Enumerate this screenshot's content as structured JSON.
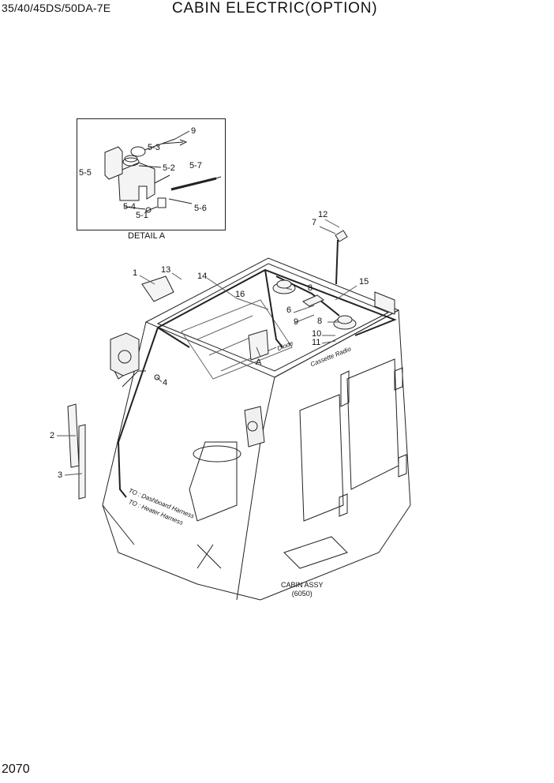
{
  "header": {
    "model": "35/40/45DS/50DA-7E",
    "title": "CABIN ELECTRIC(OPTION)"
  },
  "footer": {
    "page_number": "2070"
  },
  "detail": {
    "caption": "DETAIL A"
  },
  "assembly": {
    "name": "CABIN ASSY",
    "code": "(6050)"
  },
  "callouts": {
    "c9a": "9",
    "c5_3": "5-3",
    "c5_5": "5-5",
    "c5_2": "5-2",
    "c5_7": "5-7",
    "c5_4": "5-4",
    "c5_1": "5-1",
    "c5_6": "5-6",
    "c12": "12",
    "c7": "7",
    "c1": "1",
    "c13": "13",
    "c14": "14",
    "c15": "15",
    "c16": "16",
    "c8a": "8",
    "c6": "6",
    "c9b": "9",
    "c8b": "8",
    "c10": "10",
    "c11": "11",
    "cA": "A",
    "c4": "4",
    "c2": "2",
    "c3": "3"
  },
  "notes": {
    "diode": "Diode",
    "cassette": "Cassette Radio",
    "to_dashboard": "TO : Dashboard Harness",
    "to_heater": "TO : Heater Harness"
  }
}
